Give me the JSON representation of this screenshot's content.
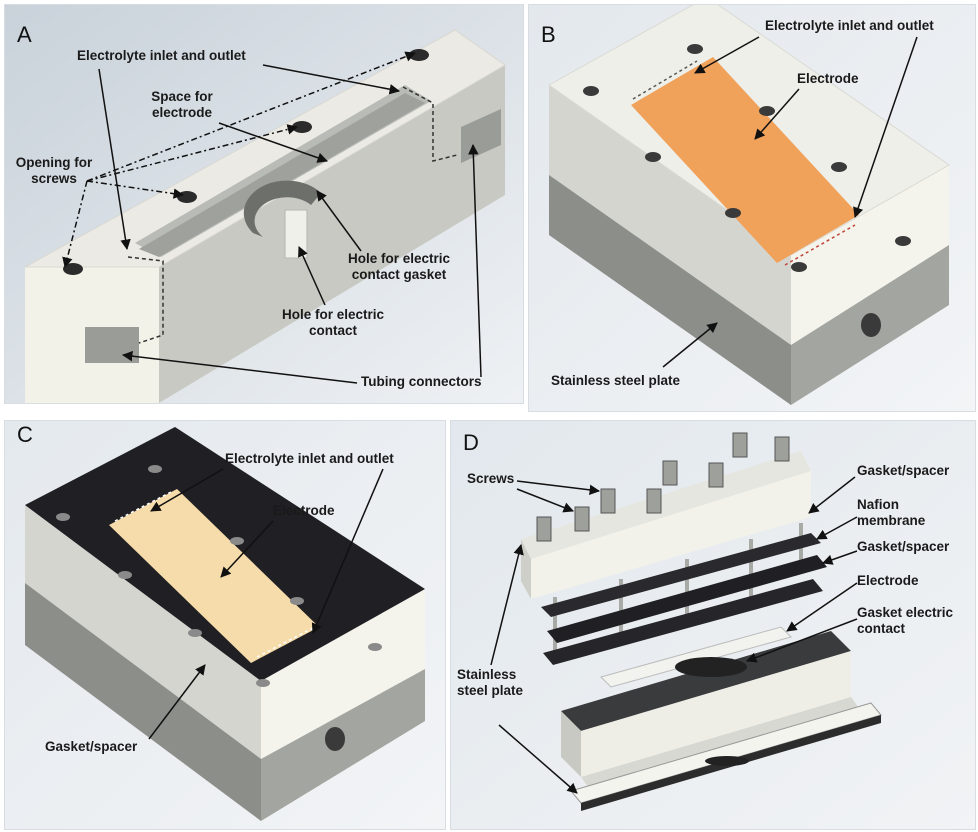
{
  "panels": {
    "A": {
      "letter": "A",
      "labels": {
        "inlet_outlet": "Electrolyte inlet and outlet",
        "space_line1": "Space for",
        "space_line2": "electrode",
        "screws_line1": "Opening for",
        "screws_line2": "screws",
        "gasket_hole_line1": "Hole for electric",
        "gasket_hole_line2": "contact gasket",
        "contact_hole_line1": "Hole for electric",
        "contact_hole_line2": "contact",
        "tubing": "Tubing connectors"
      }
    },
    "B": {
      "letter": "B",
      "labels": {
        "inlet_outlet": "Electrolyte inlet and outlet",
        "electrode": "Electrode",
        "steel_plate": "Stainless steel plate"
      }
    },
    "C": {
      "letter": "C",
      "labels": {
        "inlet_outlet": "Electrolyte inlet and outlet",
        "electrode": "Electrode",
        "gasket": "Gasket/spacer"
      }
    },
    "D": {
      "letter": "D",
      "labels": {
        "screws": "Screws",
        "gasket_top": "Gasket/spacer",
        "nafion_line1": "Nafion",
        "nafion_line2": "membrane",
        "gasket_mid": "Gasket/spacer",
        "electrode": "Electrode",
        "gasket_contact_line1": "Gasket electric",
        "gasket_contact_line2": "contact",
        "steel_line1": "Stainless",
        "steel_line2": "steel plate"
      }
    }
  },
  "colors": {
    "background": "#e6ebef",
    "block_top": "#eeeeea",
    "block_front": "#f4f4ec",
    "block_side": "#c7c8c2",
    "steel": "#8f918d",
    "electrode_orange": "#f0a15a",
    "electrode_beige": "#f6dcaa",
    "gasket_dark": "#1f1f24"
  }
}
